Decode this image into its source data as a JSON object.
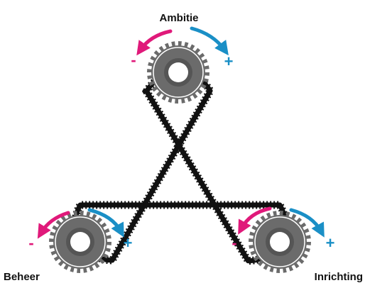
{
  "labels": {
    "top": "Ambitie",
    "bottom_left": "Beheer",
    "bottom_right": "Inrichting"
  },
  "signs": {
    "minus": "-",
    "plus": "+"
  },
  "colors": {
    "belt": "#111111",
    "gear": "#6b6b6b",
    "gear_rim": "#ffffff",
    "hub": "#ffffff",
    "arrow_minus": "#e0197a",
    "arrow_plus": "#1a8fc6",
    "text": "#111111"
  },
  "icons": [
    "gear-icon",
    "counterclockwise-arrow-icon",
    "clockwise-arrow-icon"
  ]
}
